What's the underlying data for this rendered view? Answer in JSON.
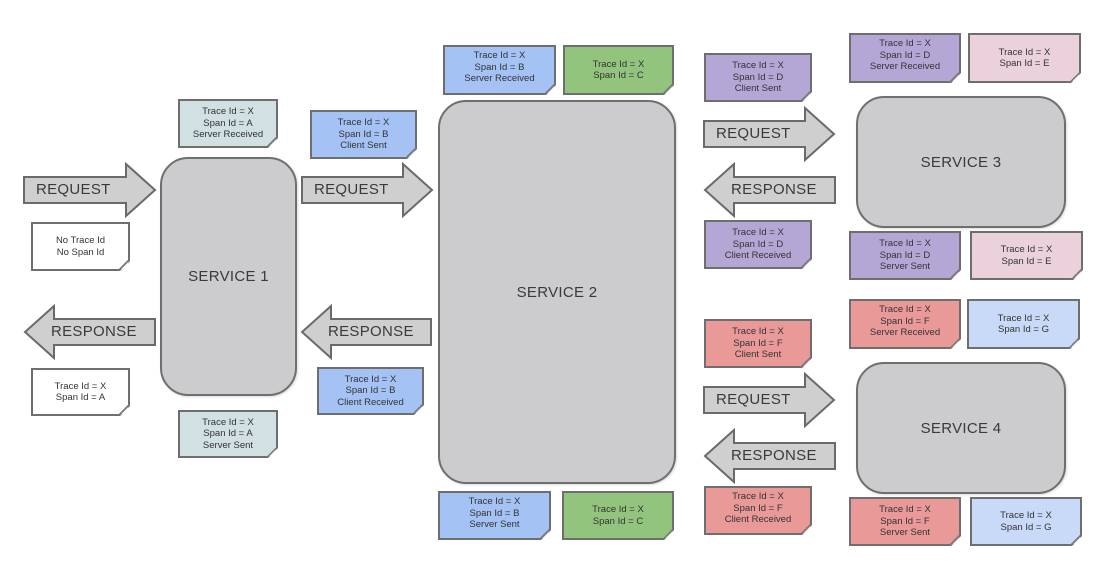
{
  "colors": {
    "service_fill": "#cccbcd",
    "service_border": "#6f6f6f",
    "arrow_fill": "#cfcfcf",
    "arrow_border": "#6a6a6a",
    "note_white": "#ffffff",
    "note_span_a": "#d0e0e3",
    "note_span_b": "#a4c2f4",
    "note_span_c": "#93c47d",
    "note_span_d": "#b4a7d6",
    "note_span_e": "#ead1dc",
    "note_span_f": "#ea9999",
    "note_span_g": "#c9daf8"
  },
  "services": [
    {
      "id": "service-1",
      "label": "SERVICE 1"
    },
    {
      "id": "service-2",
      "label": "SERVICE 2"
    },
    {
      "id": "service-3",
      "label": "SERVICE 3"
    },
    {
      "id": "service-4",
      "label": "SERVICE 4"
    }
  ],
  "arrows": {
    "request_label": "REQUEST",
    "response_label": "RESPONSE"
  },
  "notes": {
    "incoming_request": {
      "lines": [
        "No Trace Id",
        "No Span Id"
      ],
      "color": "white"
    },
    "outgoing_response": {
      "lines": [
        "Trace Id = X",
        "Span Id = A"
      ],
      "color": "white"
    },
    "s1_server_received": {
      "lines": [
        "Trace Id = X",
        "Span Id = A",
        "Server Received"
      ],
      "color": "span_a"
    },
    "s1_server_sent": {
      "lines": [
        "Trace Id = X",
        "Span Id = A",
        "Server Sent"
      ],
      "color": "span_a"
    },
    "s2_client_sent": {
      "lines": [
        "Trace Id = X",
        "Span Id = B",
        "Client Sent"
      ],
      "color": "span_b"
    },
    "s2_client_received": {
      "lines": [
        "Trace Id = X",
        "Span Id = B",
        "Client Received"
      ],
      "color": "span_b"
    },
    "s2_server_received": {
      "lines": [
        "Trace Id = X",
        "Span Id = B",
        "Server Received"
      ],
      "color": "span_b"
    },
    "s2_server_sent": {
      "lines": [
        "Trace Id = X",
        "Span Id = B",
        "Server Sent"
      ],
      "color": "span_b"
    },
    "s2_local_top": {
      "lines": [
        "Trace Id = X",
        "Span Id = C"
      ],
      "color": "span_c"
    },
    "s2_local_bottom": {
      "lines": [
        "Trace Id = X",
        "Span Id = C"
      ],
      "color": "span_c"
    },
    "s3_client_sent": {
      "lines": [
        "Trace Id = X",
        "Span Id = D",
        "Client Sent"
      ],
      "color": "span_d"
    },
    "s3_client_received": {
      "lines": [
        "Trace Id = X",
        "Span Id = D",
        "Client Received"
      ],
      "color": "span_d"
    },
    "s3_server_received": {
      "lines": [
        "Trace Id = X",
        "Span Id = D",
        "Server Received"
      ],
      "color": "span_d"
    },
    "s3_server_sent": {
      "lines": [
        "Trace Id = X",
        "Span Id = D",
        "Server Sent"
      ],
      "color": "span_d"
    },
    "s3_local_top": {
      "lines": [
        "Trace Id = X",
        "Span Id = E"
      ],
      "color": "span_e"
    },
    "s3_local_bottom": {
      "lines": [
        "Trace Id = X",
        "Span Id = E"
      ],
      "color": "span_e"
    },
    "s4_client_sent": {
      "lines": [
        "Trace Id = X",
        "Span Id = F",
        "Client Sent"
      ],
      "color": "span_f"
    },
    "s4_client_received": {
      "lines": [
        "Trace Id = X",
        "Span Id = F",
        "Client Received"
      ],
      "color": "span_f"
    },
    "s4_server_received": {
      "lines": [
        "Trace Id = X",
        "Span Id = F",
        "Server Received"
      ],
      "color": "span_f"
    },
    "s4_server_sent": {
      "lines": [
        "Trace Id = X",
        "Span Id = F",
        "Server Sent"
      ],
      "color": "span_f"
    },
    "s4_local_top": {
      "lines": [
        "Trace Id = X",
        "Span Id = G"
      ],
      "color": "span_g"
    },
    "s4_local_bottom": {
      "lines": [
        "Trace Id = X",
        "Span Id = G"
      ],
      "color": "span_g"
    }
  }
}
